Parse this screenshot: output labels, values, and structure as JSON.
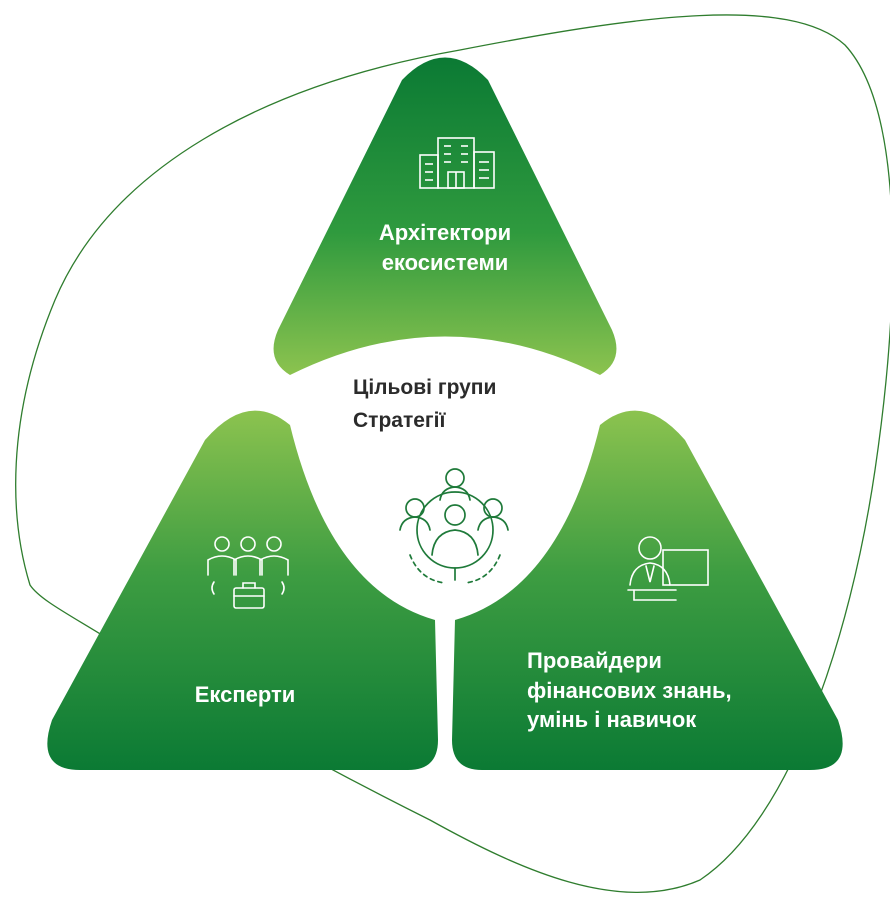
{
  "colors": {
    "green_light": "#8cc34f",
    "green_dark": "#0b7a34",
    "outline": "#2f7d2e",
    "center_text": "#2b2b2b",
    "center_icon": "#1f7a3a"
  },
  "center": {
    "title_line1": "Цільові групи",
    "title_line2": "Стратегії",
    "icon": "people-network-icon"
  },
  "groups": [
    {
      "id": "architects",
      "line1": "Архітектори",
      "line2": "екосистеми",
      "icon": "buildings-icon"
    },
    {
      "id": "experts",
      "line1": "Експерти",
      "icon": "team-briefcase-icon"
    },
    {
      "id": "providers",
      "line1": "Провайдери",
      "line2": "фінансових знань,",
      "line3": "умінь і навичок",
      "icon": "teacher-board-icon"
    }
  ]
}
